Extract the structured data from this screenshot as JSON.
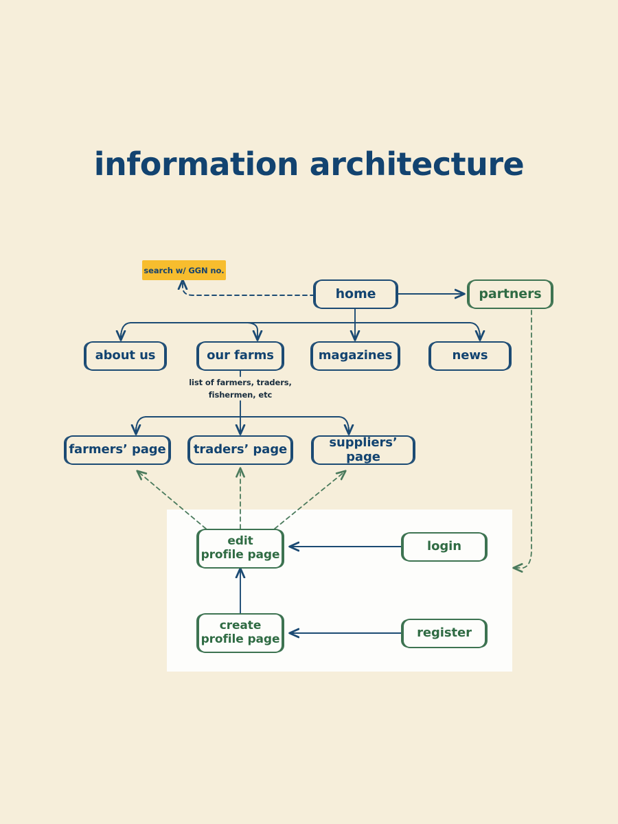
{
  "page": {
    "title": "information architecture",
    "background_color": "#f6eeda",
    "panel_color": "#fdfdfb"
  },
  "colors": {
    "navy": "#124370",
    "navy_stroke": "#1b4a73",
    "green": "#2f6b43",
    "green_stroke": "#3d7351",
    "accent_yellow": "#f7bd2e",
    "caption": "#1a2e3f"
  },
  "annotations": {
    "search_tag": "search w/ GGN no.",
    "our_farms_caption_line1": "list of farmers, traders,",
    "our_farms_caption_line2": "fishermen, etc"
  },
  "nodes": {
    "home": {
      "label": "home",
      "style": "navy"
    },
    "partners": {
      "label": "partners",
      "style": "green"
    },
    "about_us": {
      "label": "about us",
      "style": "navy"
    },
    "our_farms": {
      "label": "our farms",
      "style": "navy"
    },
    "magazines": {
      "label": "magazines",
      "style": "navy"
    },
    "news": {
      "label": "news",
      "style": "navy"
    },
    "farmers_page": {
      "label": "farmers’ page",
      "style": "navy"
    },
    "traders_page": {
      "label": "traders’ page",
      "style": "navy"
    },
    "suppliers_page": {
      "label": "suppliers’ page",
      "style": "navy"
    },
    "edit_profile_page_line1": "edit",
    "edit_profile_page_line2": "profile page",
    "create_profile_page_line1": "create",
    "create_profile_page_line2": "profile page",
    "login": {
      "label": "login",
      "style": "green"
    },
    "register": {
      "label": "register",
      "style": "green"
    }
  },
  "diagram": {
    "type": "site-map",
    "levels": [
      [
        "home"
      ],
      [
        "about us",
        "our farms",
        "magazines",
        "news"
      ],
      [
        "farmers’ page",
        "traders’ page",
        "suppliers’ page"
      ],
      [
        "edit profile page",
        "create profile page"
      ]
    ],
    "edges": [
      {
        "from": "home",
        "to": "search w/ GGN no.",
        "style": "dashed",
        "color": "navy"
      },
      {
        "from": "home",
        "to": "partners",
        "style": "solid",
        "color": "navy"
      },
      {
        "from": "home",
        "to": "about us",
        "style": "solid",
        "color": "navy"
      },
      {
        "from": "home",
        "to": "our farms",
        "style": "solid",
        "color": "navy"
      },
      {
        "from": "home",
        "to": "magazines",
        "style": "solid",
        "color": "navy"
      },
      {
        "from": "home",
        "to": "news",
        "style": "solid",
        "color": "navy"
      },
      {
        "from": "our farms",
        "to": "farmers’ page",
        "style": "solid",
        "color": "navy"
      },
      {
        "from": "our farms",
        "to": "traders’ page",
        "style": "solid",
        "color": "navy"
      },
      {
        "from": "our farms",
        "to": "suppliers’ page",
        "style": "solid",
        "color": "navy"
      },
      {
        "from": "edit profile page",
        "to": "farmers’ page",
        "style": "dashed",
        "color": "green"
      },
      {
        "from": "edit profile page",
        "to": "traders’ page",
        "style": "dashed",
        "color": "green"
      },
      {
        "from": "edit profile page",
        "to": "suppliers’ page",
        "style": "dashed",
        "color": "green"
      },
      {
        "from": "login",
        "to": "edit profile page",
        "style": "solid",
        "color": "navy"
      },
      {
        "from": "register",
        "to": "create profile page",
        "style": "solid",
        "color": "navy"
      },
      {
        "from": "create profile page",
        "to": "edit profile page",
        "style": "solid",
        "color": "navy"
      },
      {
        "from": "partners",
        "to": "login",
        "style": "dashed",
        "color": "green"
      }
    ]
  }
}
